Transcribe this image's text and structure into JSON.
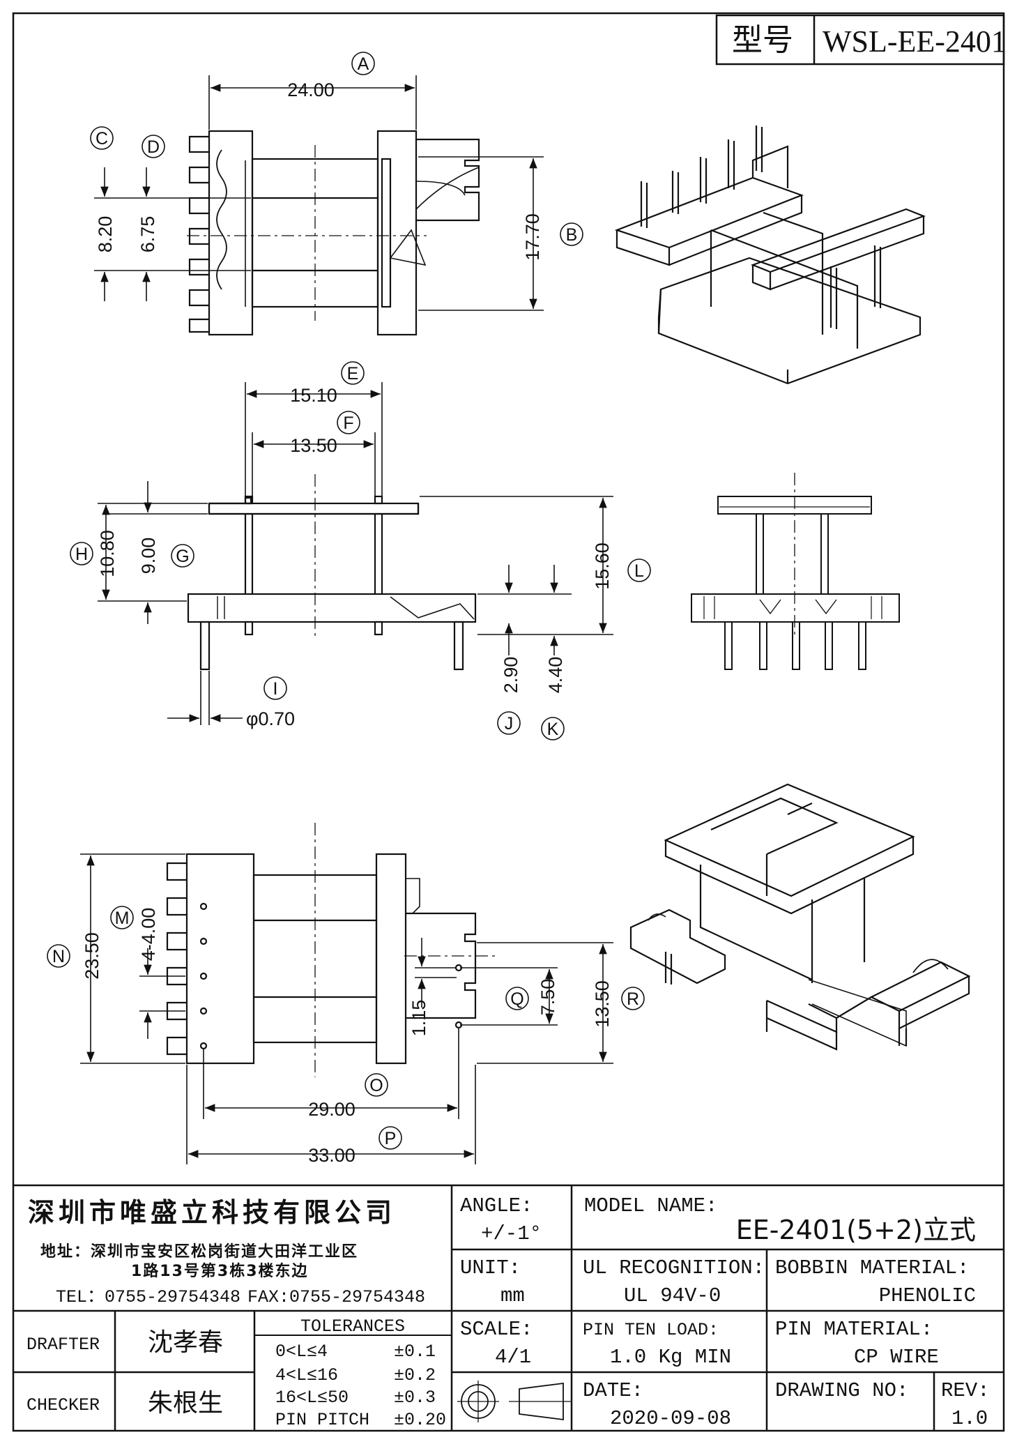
{
  "header": {
    "label": "型号",
    "part_no": "WSL-EE-2401"
  },
  "dimensions": {
    "A": {
      "label": "A",
      "value": "24.00"
    },
    "B": {
      "label": "B",
      "value": "17.70"
    },
    "C": {
      "label": "C",
      "value": "8.20"
    },
    "D": {
      "label": "D",
      "value": "6.75"
    },
    "E": {
      "label": "E",
      "value": "15.10"
    },
    "F": {
      "label": "F",
      "value": "13.50"
    },
    "G": {
      "label": "G",
      "value": "9.00"
    },
    "H": {
      "label": "H",
      "value": "10.80"
    },
    "I": {
      "label": "I",
      "value": "φ0.70"
    },
    "J": {
      "label": "J",
      "value": "2.90"
    },
    "K": {
      "label": "K",
      "value": "4.40"
    },
    "L": {
      "label": "L",
      "value": "15.60"
    },
    "M": {
      "label": "M",
      "value": "4-4.00"
    },
    "N": {
      "label": "N",
      "value": "23.50"
    },
    "O": {
      "label": "O",
      "value": "29.00"
    },
    "P": {
      "label": "P",
      "value": "33.00"
    },
    "Q": {
      "label": "Q",
      "value": "7.50"
    },
    "R": {
      "label": "R",
      "value": "13.50"
    },
    "Q2": {
      "value": "1.15"
    }
  },
  "company": {
    "name": "深圳市唯盛立科技有限公司",
    "address": "地址：深圳市宝安区松岗街道大田洋工业区",
    "address2": "1路13号第3栋3楼东边",
    "tel": "TEL：0755-29754348",
    "fax": "FAX:0755-29754348"
  },
  "title_block": {
    "angle_label": "ANGLE:",
    "angle_value": "+/-1°",
    "model_label": "MODEL NAME:",
    "model_value": "EE-2401(5+2)立式",
    "unit_label": "UNIT:",
    "unit_value": "mm",
    "ul_label": "UL RECOGNITION:",
    "ul_value": "UL 94V-0",
    "bobbin_label": "BOBBIN MATERIAL:",
    "bobbin_value": "PHENOLIC",
    "scale_label": "SCALE:",
    "scale_value": "4/1",
    "pin_load_label": "PIN TEN LOAD:",
    "pin_load_value": "1.0 Kg MIN",
    "pin_mat_label": "PIN MATERIAL:",
    "pin_mat_value": "CP WIRE",
    "drafter_label": "DRAFTER",
    "drafter_value": "沈孝春",
    "checker_label": "CHECKER",
    "checker_value": "朱根生",
    "tol_label": "TOLERANCES",
    "tolerances": [
      {
        "range": "0<L≤4",
        "value": "±0.1"
      },
      {
        "range": "4<L≤16",
        "value": "±0.2"
      },
      {
        "range": "16<L≤50",
        "value": "±0.3"
      },
      {
        "range": "PIN PITCH",
        "value": "±0.20"
      }
    ],
    "date_label": "DATE:",
    "date_value": "2020-09-08",
    "drawing_no_label": "DRAWING NO:",
    "rev_label": "REV:",
    "rev_value": "1.0"
  }
}
